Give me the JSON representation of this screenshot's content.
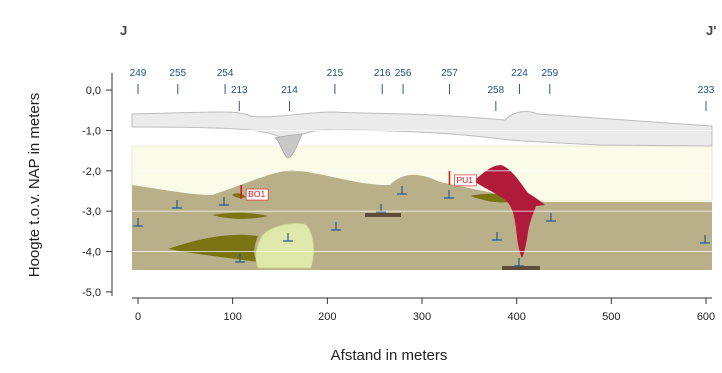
{
  "section": {
    "left_label": "J",
    "right_label": "J'"
  },
  "axes": {
    "ylabel": "Hoogte t.o.v. NAP in meters",
    "xlabel": "Afstand in meters",
    "xlim": [
      0,
      600
    ],
    "ylim": [
      -5.25,
      0.25
    ],
    "x_ticks": [
      {
        "value": 0,
        "label": "0"
      },
      {
        "value": 100,
        "label": "100"
      },
      {
        "value": 200,
        "label": "200"
      },
      {
        "value": 300,
        "label": "300"
      },
      {
        "value": 400,
        "label": "400"
      },
      {
        "value": 500,
        "label": "500"
      },
      {
        "value": 600,
        "label": "600"
      }
    ],
    "y_ticks": [
      {
        "value": 0,
        "label": "0,0"
      },
      {
        "value": -1,
        "label": "-1,0"
      },
      {
        "value": -2,
        "label": "-2,0"
      },
      {
        "value": -3,
        "label": "-3,0"
      },
      {
        "value": -4,
        "label": "-4,0"
      },
      {
        "value": -5,
        "label": "-5,0"
      }
    ]
  },
  "boreholes": [
    {
      "label": "249",
      "x": 0
    },
    {
      "label": "255",
      "x": 42
    },
    {
      "label": "254",
      "x": 92
    },
    {
      "label": "213",
      "x": 107
    },
    {
      "label": "214",
      "x": 160
    },
    {
      "label": "215",
      "x": 208
    },
    {
      "label": "216",
      "x": 258
    },
    {
      "label": "256",
      "x": 280
    },
    {
      "label": "257",
      "x": 329
    },
    {
      "label": "258",
      "x": 378
    },
    {
      "label": "224",
      "x": 403
    },
    {
      "label": "259",
      "x": 435
    },
    {
      "label": "233",
      "x": 600
    }
  ],
  "markers": [
    {
      "label": "BO1",
      "x": 109,
      "y": -2.6
    },
    {
      "label": "PU1",
      "x": 329,
      "y": -2.25
    }
  ],
  "colors": {
    "cover": "#ebebeb",
    "cover_edge": "#bcbcbc",
    "upper_zone": "#fbfbe9",
    "sand": "#b9b089",
    "clay": "#7b7413",
    "peat": "#dee8ab",
    "red_body": "#b21a3c",
    "label_blue": "#1f4e86",
    "tick_blue": "#2b5a8a",
    "marker_red": "#dd1111",
    "bar": "#5e4b3a"
  }
}
